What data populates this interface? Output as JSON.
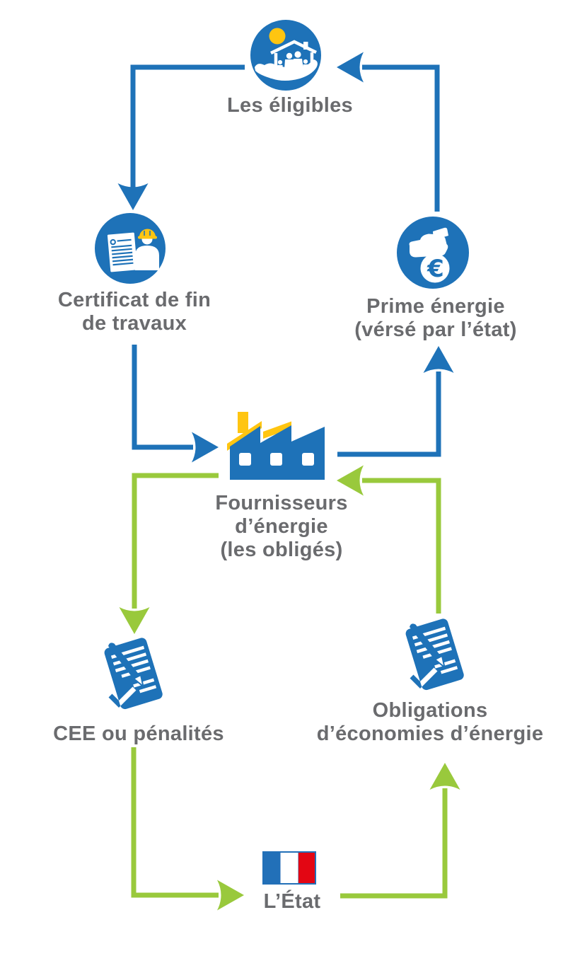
{
  "colors": {
    "blue": "#1E72B8",
    "green": "#99C93C",
    "yellow": "#FFC511",
    "text_gray": "#6A6B6E",
    "flag_blue": "#2270B8",
    "flag_red": "#E30613"
  },
  "nodes": {
    "eligibles": {
      "icon": "hand-house-family-icon",
      "lines": [
        "Les éligibles"
      ]
    },
    "certificat": {
      "icon": "worker-certificate-icon",
      "lines": [
        "Certificat de fin",
        "de travaux"
      ]
    },
    "prime": {
      "icon": "money-bag-euro-icon",
      "lines": [
        "Prime énergie",
        "(vérsé par l’état)"
      ]
    },
    "fournisseurs": {
      "icon": "factory-icon",
      "lines": [
        "Fournisseurs",
        "d’énergie",
        "(les obligés)"
      ]
    },
    "cee": {
      "icon": "signed-document-icon",
      "lines": [
        "CEE ou pénalités"
      ]
    },
    "obligations": {
      "icon": "signed-document-icon",
      "lines": [
        "Obligations",
        "d’économies d’énergie"
      ]
    },
    "etat": {
      "icon": "french-flag-icon",
      "lines": [
        "L’État"
      ]
    }
  },
  "edges": [
    {
      "from": "eligibles",
      "to": "certificat",
      "color": "#1E72B8"
    },
    {
      "from": "certificat",
      "to": "fournisseurs",
      "color": "#1E72B8"
    },
    {
      "from": "fournisseurs",
      "to": "prime",
      "color": "#1E72B8"
    },
    {
      "from": "prime",
      "to": "eligibles",
      "color": "#1E72B8"
    },
    {
      "from": "fournisseurs",
      "to": "cee",
      "color": "#99C93C"
    },
    {
      "from": "cee",
      "to": "etat",
      "color": "#99C93C"
    },
    {
      "from": "etat",
      "to": "obligations",
      "color": "#99C93C"
    },
    {
      "from": "obligations",
      "to": "fournisseurs",
      "color": "#99C93C"
    }
  ]
}
